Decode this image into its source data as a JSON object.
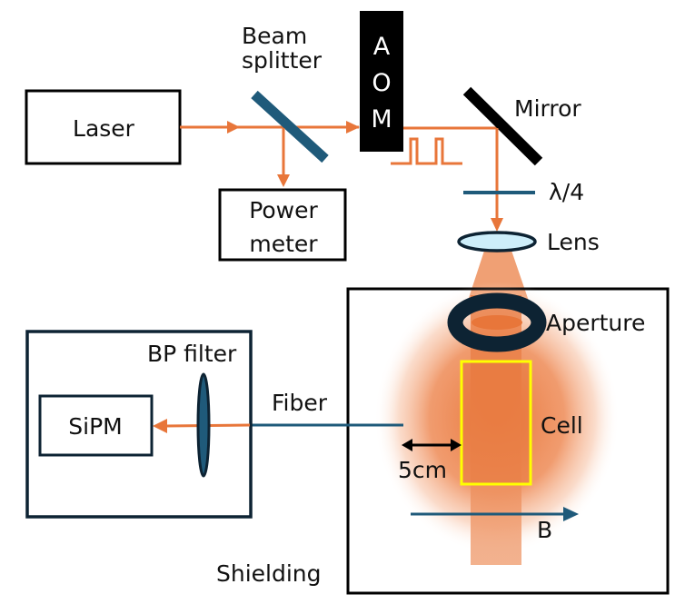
{
  "diagram": {
    "labels": {
      "laser": "Laser",
      "beam_splitter_line1": "Beam",
      "beam_splitter_line2": "splitter",
      "power_meter_line1": "Power",
      "power_meter_line2": "meter",
      "aom_letters": [
        "A",
        "O",
        "M"
      ],
      "mirror": "Mirror",
      "quarter_wave": "λ/4",
      "lens": "Lens",
      "aperture": "Aperture",
      "cell": "Cell",
      "distance": "5cm",
      "magnetic_field": "B",
      "shielding": "Shielding",
      "fiber": "Fiber",
      "bp_filter": "BP filter",
      "sipm": "SiPM"
    },
    "colors": {
      "beam": "#e8763a",
      "beam_light": "#f0a074",
      "optic_blue": "#1f5a7a",
      "dark_navy": "#0d2333",
      "cell_outline": "#ffff00",
      "lens_fill": "#cdeefa",
      "black": "#000000"
    }
  }
}
